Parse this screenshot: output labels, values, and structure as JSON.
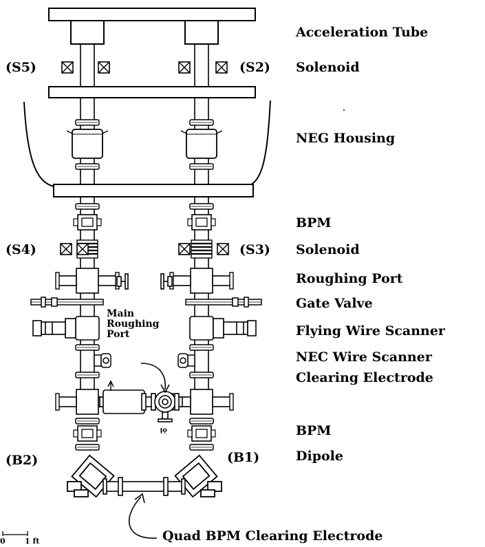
{
  "labels": {
    "acceleration_tube": "Acceleration Tube",
    "solenoid_top": "Solenoid",
    "neg_housing": "NEG Housing",
    "bpm_top": "BPM",
    "solenoid_mid": "Solenoid",
    "roughing_port": "Roughing Port",
    "gate_valve": "Gate Valve",
    "flying_wire_scanner": "Flying Wire Scanner",
    "nec_wire_scanner": "NEC Wire Scanner",
    "clearing_electrode": "Clearing Electrode",
    "bpm_bottom": "BPM",
    "dipole": "Dipole",
    "quad_bpm": "Quad BPM Clearing Electrode"
  },
  "tags": {
    "s5": "(S5)",
    "s2": "(S2)",
    "s4": "(S4)",
    "s3": "(S3)",
    "b2": "(B2)",
    "b1": "(B1)"
  },
  "main_roughing_port": {
    "line1": "Main",
    "line2": "Roughing",
    "line3": "Port"
  },
  "scale_bar": {
    "zero": "0",
    "unit": "1 ft"
  }
}
